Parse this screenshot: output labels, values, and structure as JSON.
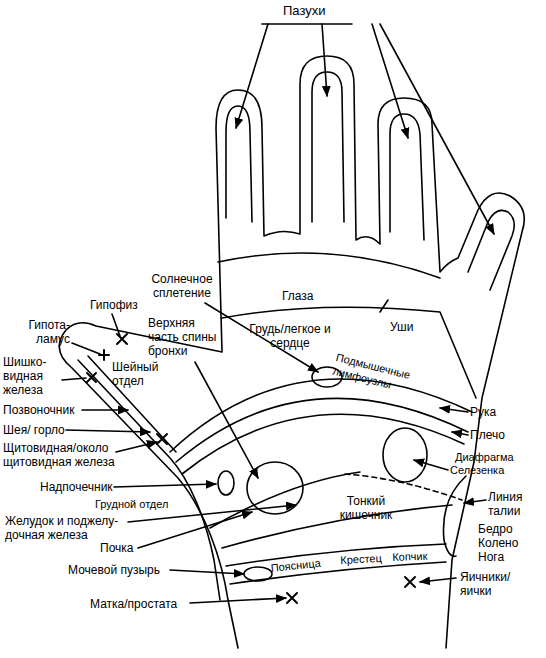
{
  "diagram": {
    "labels": [
      "Пазухи",
      "Солнечное сплетение",
      "Глаза",
      "Гипофиз",
      "Гипота- ламус",
      "Шишко- видная железа",
      "Шейный отдел",
      "Верхняя часть спины бронхи",
      "Грудь/легкое и сердце",
      "Уши",
      "Подмышечные лимфоузлы",
      "Позвоночник",
      "Рука",
      "Шея/ горло",
      "Плечо",
      "Щитовидная/около щитовидная железа",
      "Диафрагма",
      "Селезенка",
      "Надпочечник",
      "Грудной отдел",
      "Линия талии",
      "Тонкий кишечник",
      "Желудок и поджелу- дочная железа",
      "Бедро Колено Нога",
      "Почка",
      "Мочевой пузырь",
      "Поясница",
      "Крестец",
      "Копчик",
      "Яичники/ яички",
      "Матка/простата"
    ]
  }
}
